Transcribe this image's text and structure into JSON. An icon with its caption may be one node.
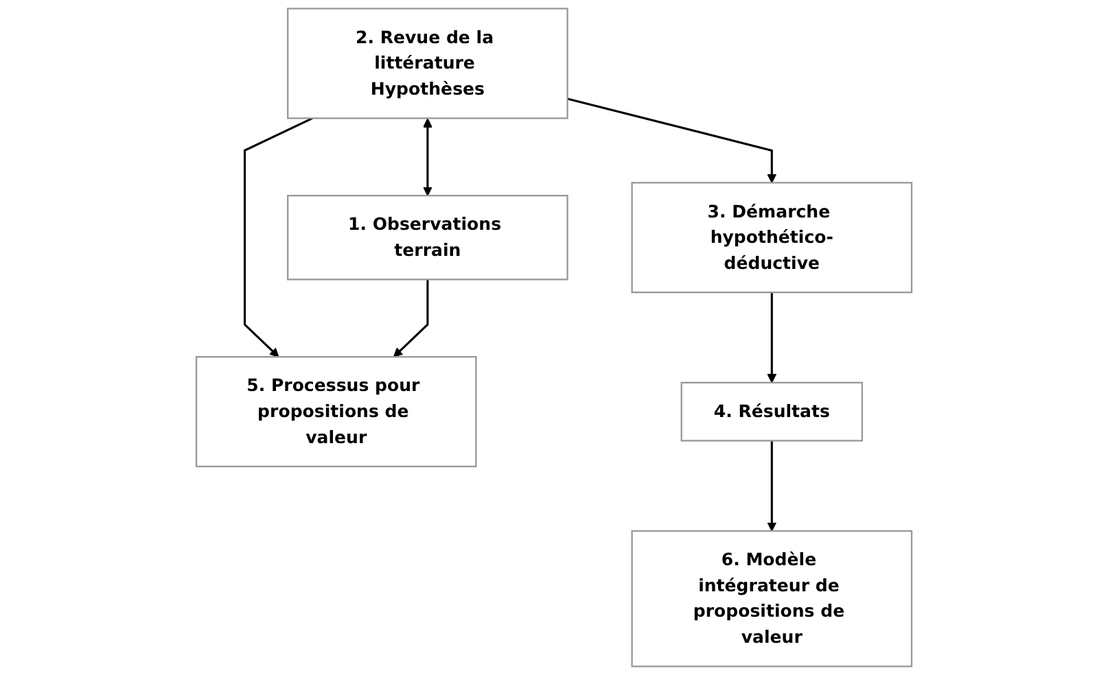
{
  "diagram": {
    "nodes": [
      {
        "text": [
          "2. Revue de la littérature Hypothèses"
        ]
      },
      {
        "text": [
          "5. Processus pour propositions de valeur"
        ]
      },
      {
        "text": [
          "6. Modèle intégrateur de propositions de valeur"
        ]
      },
      {
        "text": [
          "3. Démarche hypothético-déductive"
        ]
      },
      {
        "text": [
          "1. Observations terrain"
        ]
      },
      {
        "text": [
          "4. Résultats"
        ]
      }
    ],
    "edges": [
      {
        "from": 0,
        "to": 4,
        "arrow": "both"
      },
      {
        "from": 0,
        "to": 1,
        "arrow": "to"
      },
      {
        "from": 4,
        "to": 1,
        "arrow": "to"
      },
      {
        "from": 0,
        "to": 3,
        "arrow": "to"
      },
      {
        "from": 3,
        "to": 5,
        "arrow": "to"
      },
      {
        "from": 5,
        "to": 2,
        "arrow": "to"
      }
    ]
  }
}
